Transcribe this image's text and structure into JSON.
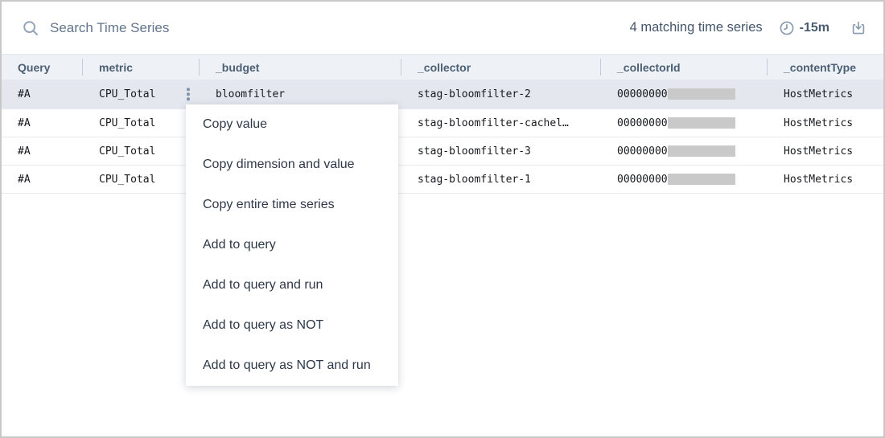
{
  "toolbar": {
    "search_placeholder": "Search Time Series",
    "matching_count": "4 matching time series",
    "time_range": "-15m"
  },
  "table": {
    "headers": [
      "Query",
      "metric",
      "_budget",
      "_collector",
      "_collectorId",
      "_contentType"
    ],
    "rows": [
      {
        "query": "#A",
        "metric": "CPU_Total",
        "budget": "bloomfilter",
        "collector": "stag-bloomfilter-2",
        "collector_id": "000000000",
        "content_type": "HostMetrics"
      },
      {
        "query": "#A",
        "metric": "CPU_Total",
        "budget": "",
        "collector": "stag-bloomfilter-cachel…",
        "collector_id": "000000000",
        "content_type": "HostMetrics"
      },
      {
        "query": "#A",
        "metric": "CPU_Total",
        "budget": "",
        "collector": "stag-bloomfilter-3",
        "collector_id": "000000000",
        "content_type": "HostMetrics"
      },
      {
        "query": "#A",
        "metric": "CPU_Total",
        "budget": "",
        "collector": "stag-bloomfilter-1",
        "collector_id": "000000000",
        "content_type": "HostMetrics"
      }
    ]
  },
  "context_menu": {
    "items": [
      "Copy value",
      "Copy dimension and value",
      "Copy entire time series",
      "Add to query",
      "Add to query and run",
      "Add to query as NOT",
      "Add to query as NOT and run"
    ]
  },
  "colors": {
    "header_text": "#4c5f73",
    "row_highlight": "#e4e8ee",
    "redaction_block": "#c9c9c9",
    "menu_text": "#2d3849",
    "icon_blue_gray": "#8598ae"
  }
}
